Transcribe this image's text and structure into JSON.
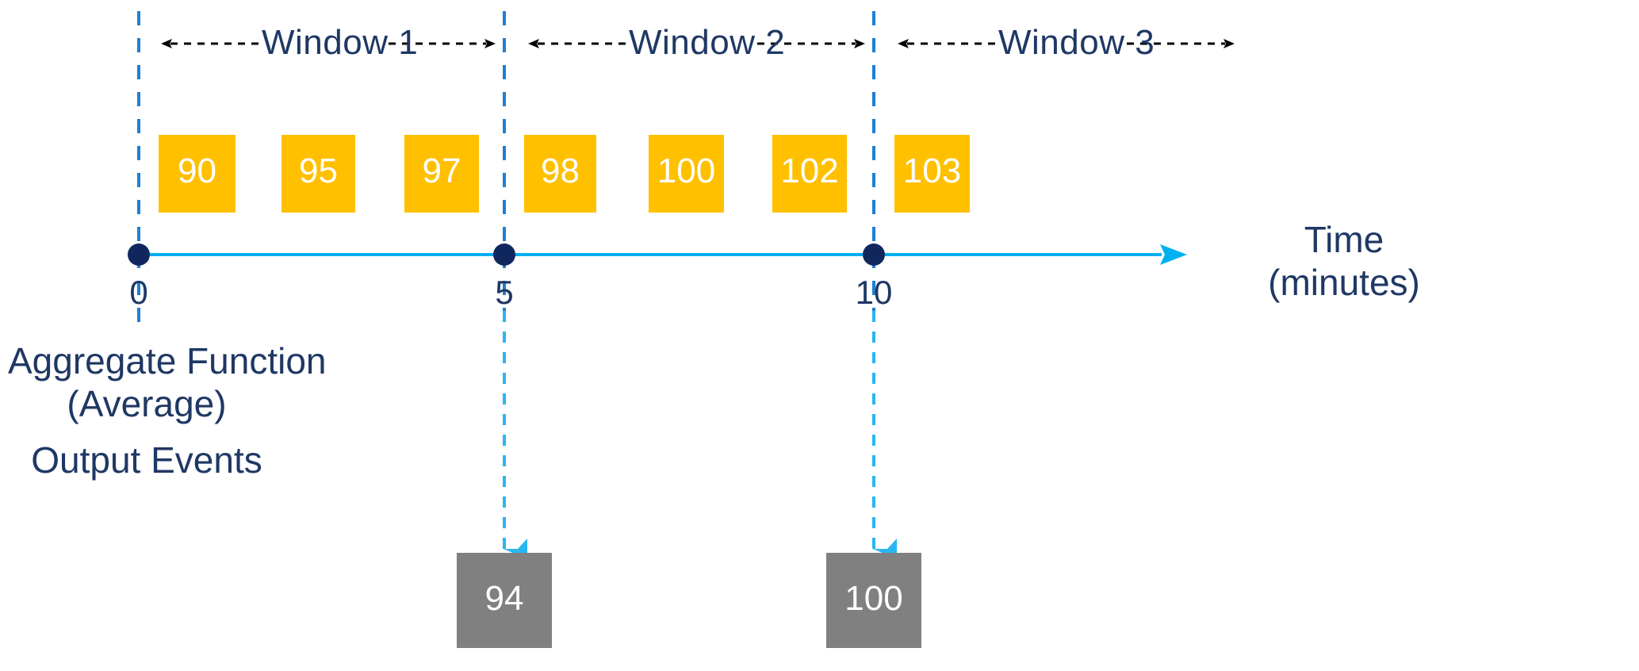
{
  "diagram": {
    "title": "Tumbling window aggregation timeline",
    "colors": {
      "event_box_fill": "#ffc000",
      "output_box_fill": "#808080",
      "timeline": "#00b0f0",
      "boundary_dashed": "#1f7fd4",
      "marker_dot": "#10275e",
      "text_navy": "#1f3864",
      "arrow_black": "#000000"
    },
    "windows": [
      {
        "label": "Window 1"
      },
      {
        "label": "Window 2"
      },
      {
        "label": "Window 3"
      }
    ],
    "input_events": [
      {
        "value": "90"
      },
      {
        "value": "95"
      },
      {
        "value": "97"
      },
      {
        "value": "98"
      },
      {
        "value": "100"
      },
      {
        "value": "102"
      },
      {
        "value": "103"
      }
    ],
    "axis": {
      "title_line1": "Time",
      "title_line2": "(minutes)",
      "ticks": [
        {
          "label": "0"
        },
        {
          "label": "5"
        },
        {
          "label": "10"
        }
      ]
    },
    "captions": {
      "aggregate_line1": "Aggregate Function",
      "aggregate_line2": "(Average)",
      "output_events": "Output Events"
    },
    "output_events": [
      {
        "value": "94"
      },
      {
        "value": "100"
      }
    ]
  },
  "chart_data": {
    "type": "diagram",
    "title": "Tumbling window aggregation (Average)",
    "xlabel": "Time (minutes)",
    "ylabel": "",
    "x_ticks": [
      0,
      5,
      10
    ],
    "window_boundaries": [
      0,
      5,
      10
    ],
    "windows": [
      "Window 1",
      "Window 2",
      "Window 3"
    ],
    "input_events": [
      90,
      95,
      97,
      98,
      100,
      102,
      103
    ],
    "input_events_by_window": {
      "Window 1": [
        90,
        95,
        97
      ],
      "Window 2": [
        98,
        100,
        102
      ],
      "Window 3": [
        103
      ]
    },
    "aggregate_function": "Average",
    "output_events": [
      {
        "emitted_at": 5,
        "value": 94,
        "window": "Window 1"
      },
      {
        "emitted_at": 10,
        "value": 100,
        "window": "Window 2"
      }
    ]
  }
}
